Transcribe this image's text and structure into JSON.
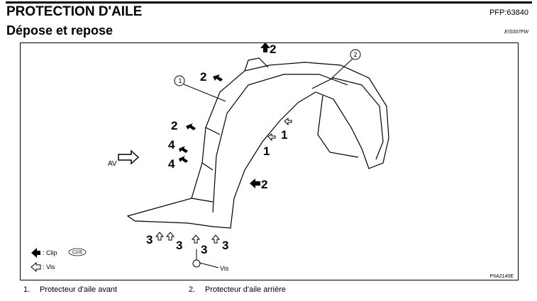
{
  "header": {
    "title": "PROTECTION D'AILE",
    "pfp": "PFP:63840"
  },
  "section": {
    "title": "Dépose et repose",
    "code": "EIS007FW"
  },
  "figure": {
    "id": "PIIA2140E",
    "direction_label": "AV",
    "callouts": {
      "part1": "1",
      "part2": "2",
      "clip": "2",
      "screw_a": "1",
      "clip_b": "4",
      "screw_b": "3"
    },
    "legend": {
      "clip_label": ": Clip",
      "clip_code": "C205",
      "screw_label": ": Vis"
    },
    "screw_label": "Vis"
  },
  "footnotes": [
    {
      "num": "1.",
      "text": "Protecteur d'aile avant"
    },
    {
      "num": "2.",
      "text": "Protecteur d'aile arrière"
    }
  ]
}
